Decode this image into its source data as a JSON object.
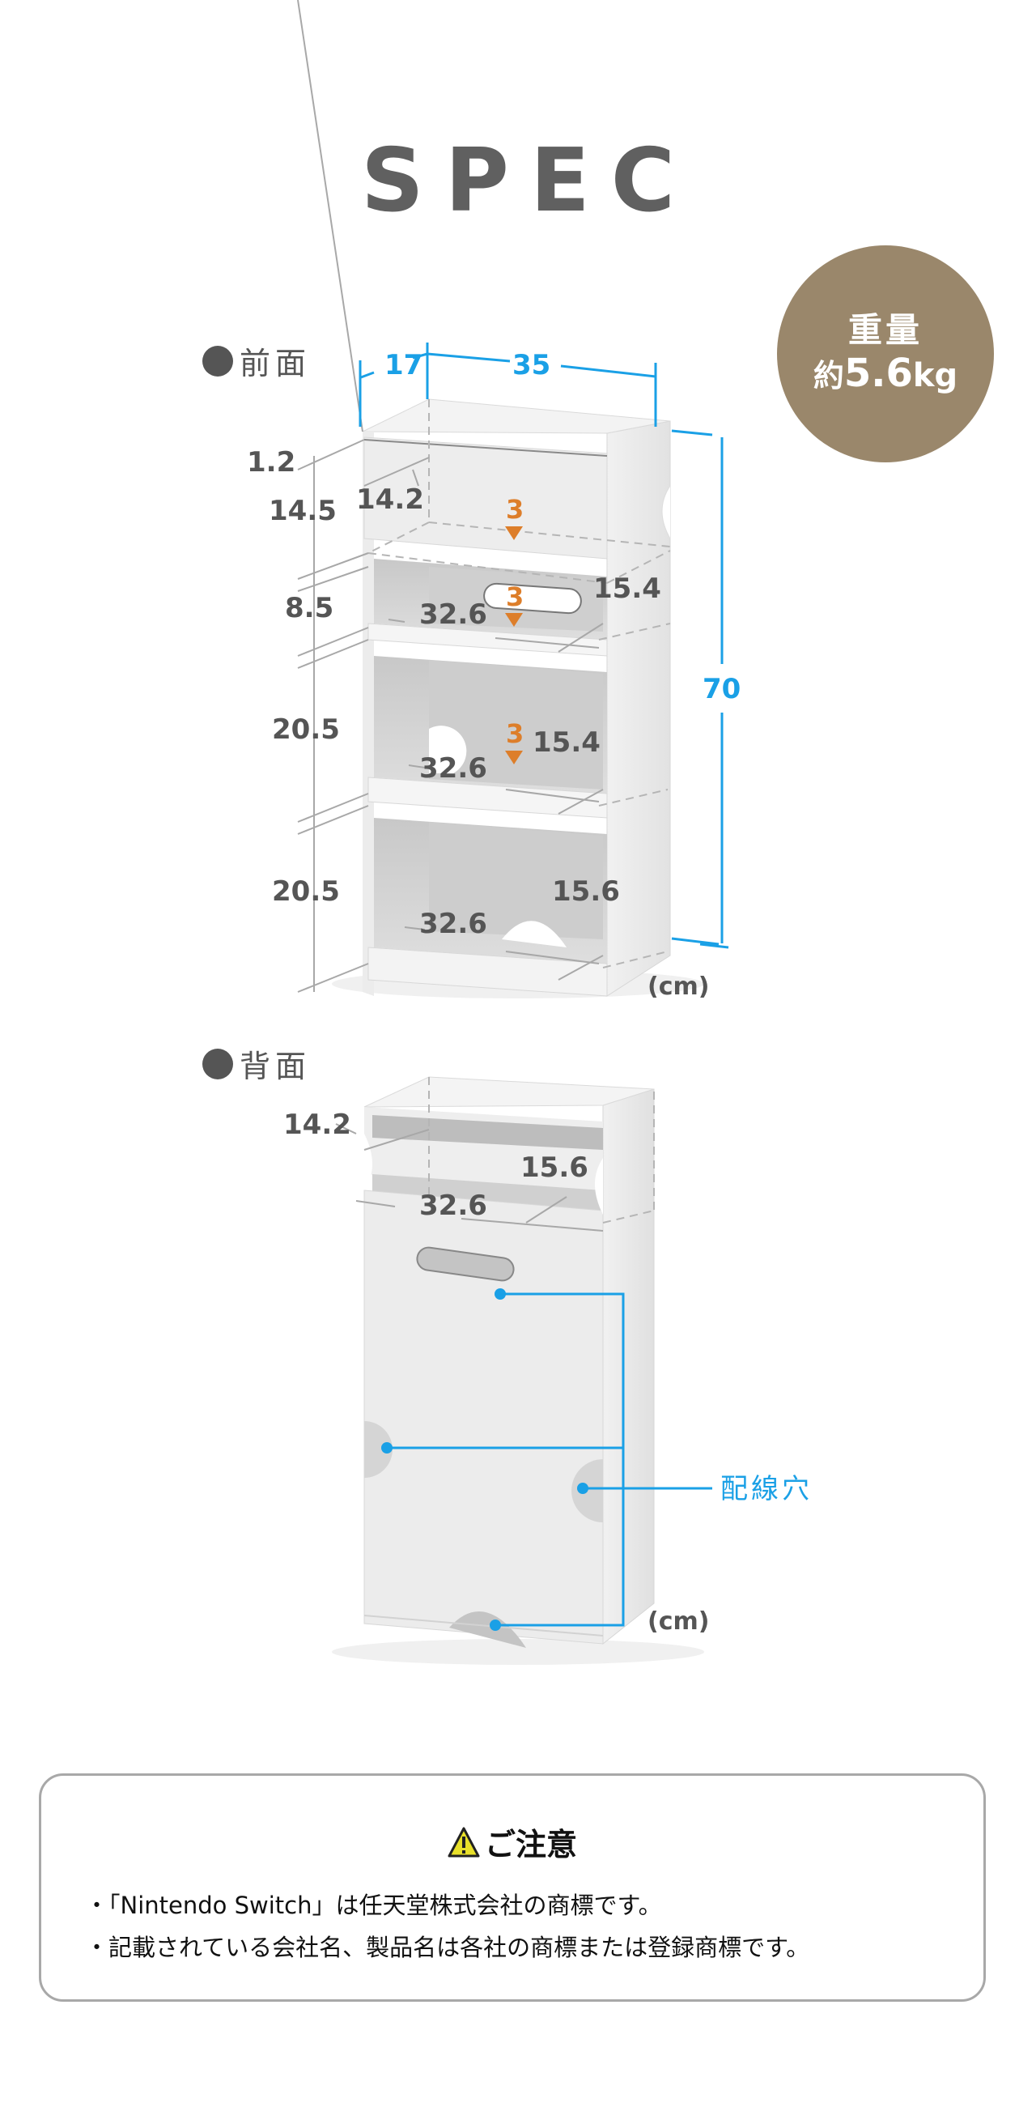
{
  "header": {
    "title": "SPEC"
  },
  "weight_badge": {
    "label": "重量",
    "prefix": "約",
    "value": "5.6",
    "unit": "kg",
    "color": "#9a876b"
  },
  "front_view": {
    "label": "前面",
    "overall": {
      "depth": "17",
      "width": "35",
      "height": "70"
    },
    "left_dims": [
      "1.2",
      "14.5",
      "8.5",
      "20.5",
      "20.5"
    ],
    "top_compartment": {
      "depth": "14.2",
      "adjust": "3"
    },
    "shelf_1": {
      "width": "32.6",
      "depth": "15.4",
      "adjust": "3"
    },
    "shelf_2": {
      "width": "32.6",
      "depth": "15.4",
      "adjust": "3"
    },
    "bottom": {
      "width": "32.6",
      "depth": "15.6"
    },
    "unit": "(cm)"
  },
  "back_view": {
    "label": "背面",
    "top_compartment": {
      "depth": "14.2"
    },
    "shelf": {
      "width": "32.6",
      "depth": "15.6"
    },
    "callout": "配線穴",
    "unit": "(cm)"
  },
  "colors": {
    "dimension_blue": "#1aa0e6",
    "adjust_orange": "#dd7e2a",
    "text_gray": "#555555"
  },
  "notice": {
    "icon": "warning-icon",
    "title": "ご注意",
    "items": [
      "「Nintendo Switch」は任天堂株式会社の商標です。",
      "記載されている会社名、製品名は各社の商標または登録商標です。"
    ]
  }
}
